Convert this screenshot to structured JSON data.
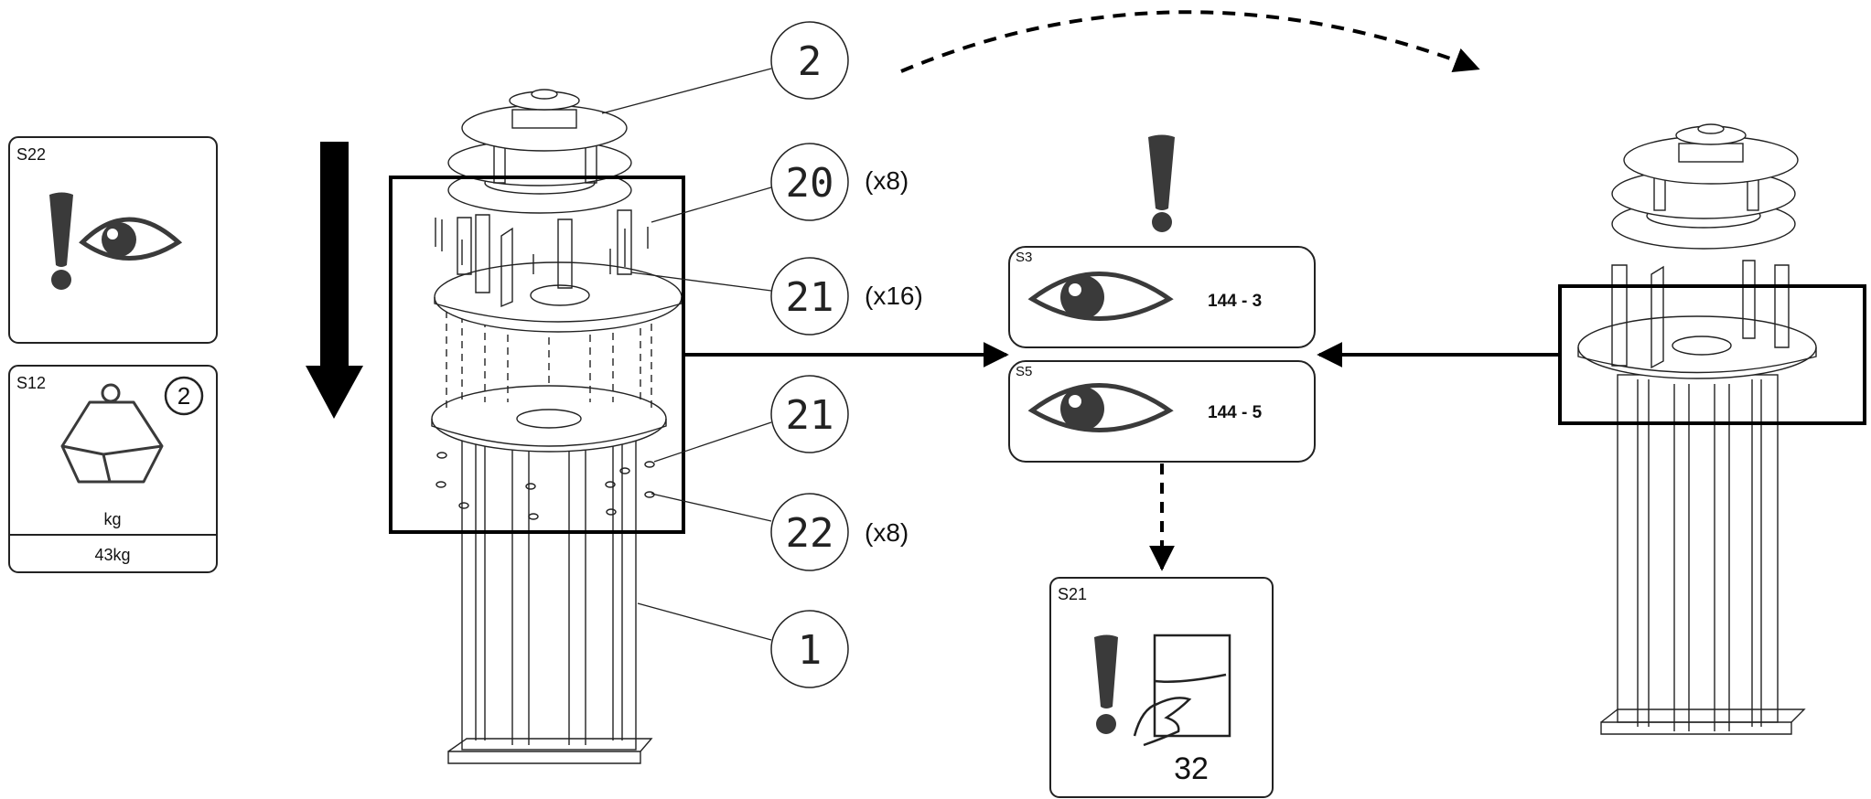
{
  "panels": {
    "s22": {
      "code": "S22"
    },
    "s12": {
      "code": "S12",
      "persons": "2",
      "unit": "kg",
      "weight": "43kg"
    },
    "s3": {
      "code": "S3",
      "ref": "144 - 3"
    },
    "s5": {
      "code": "S5",
      "ref": "144 - 5"
    },
    "s21": {
      "code": "S21",
      "page": "32"
    }
  },
  "callouts": [
    {
      "num": "2",
      "qty": ""
    },
    {
      "num": "20",
      "qty": "(x8)"
    },
    {
      "num": "21",
      "qty": "(x16)"
    },
    {
      "num": "21",
      "qty": ""
    },
    {
      "num": "22",
      "qty": "(x8)"
    },
    {
      "num": "1",
      "qty": ""
    }
  ],
  "colors": {
    "ink": "#111111",
    "line": "#000000",
    "icon": "#3a3a3a",
    "paper": "#ffffff"
  }
}
